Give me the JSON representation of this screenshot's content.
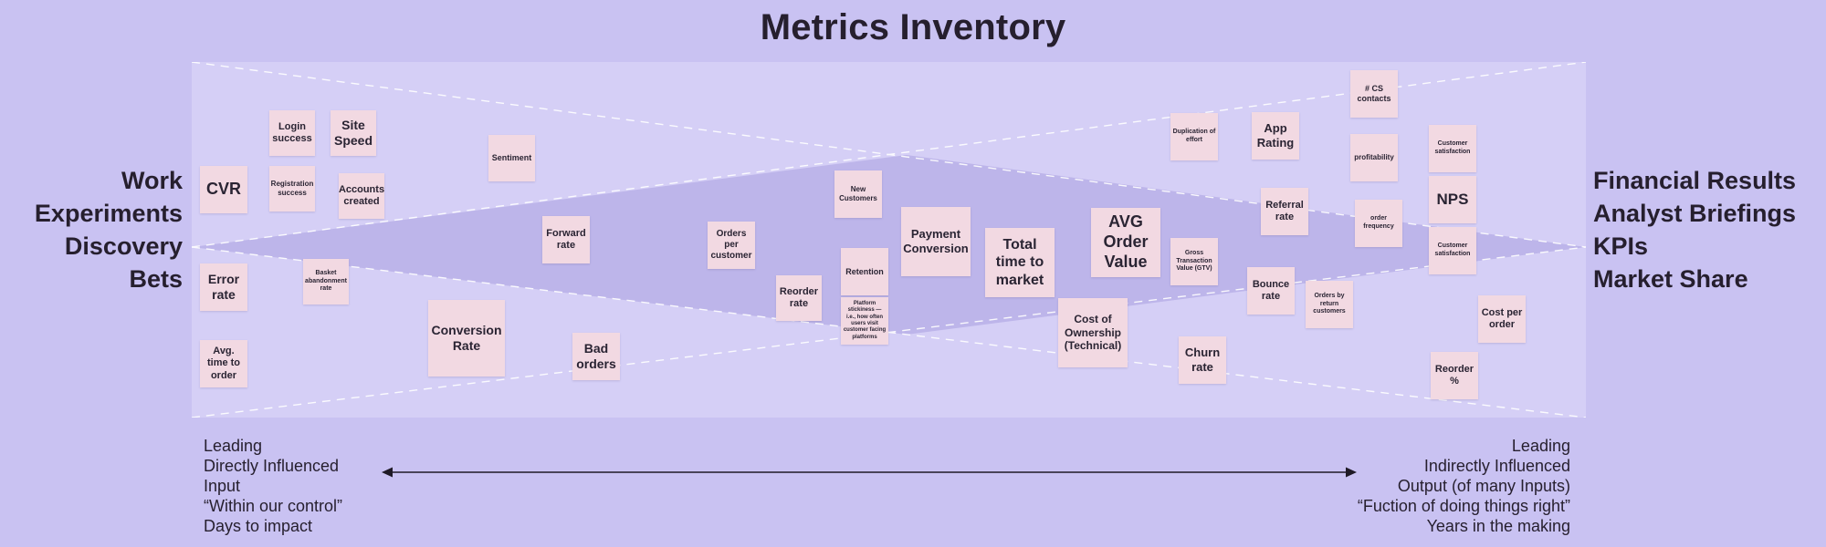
{
  "title": "Metrics Inventory",
  "left_labels": [
    "Work",
    "Experiments",
    "Discovery",
    "Bets"
  ],
  "right_labels": [
    "Financial Results",
    "Analyst Briefings",
    "KPIs",
    "Market Share"
  ],
  "bottom_left": [
    "Leading",
    "Directly Influenced",
    "Input",
    "“Within our control”",
    "Days to impact"
  ],
  "bottom_right": [
    "Leading",
    "Indirectly Influenced",
    "Output (of many Inputs)",
    "“Fuction of doing things right”",
    "Years in the making"
  ],
  "notes": {
    "cvr": "CVR",
    "login_success": "Login success",
    "site_speed": "Site Speed",
    "registration_success": "Registration success",
    "accounts_created": "Accounts created",
    "sentiment": "Sentiment",
    "error_rate": "Error rate",
    "basket_abandonment": "Basket abandonment rate",
    "avg_time_to_order": "Avg. time to order",
    "conversion_rate": "Conversion Rate",
    "forward_rate": "Forward rate",
    "bad_orders": "Bad orders",
    "orders_per_customer": "Orders per customer",
    "reorder_rate": "Reorder rate",
    "new_customers": "New Customers",
    "retention": "Retention",
    "platform_stickiness": "Platform stickiness — i.e., how often users visit customer facing platforms",
    "payment_conversion": "Payment Conversion",
    "total_time_to_market": "Total time to market",
    "avg_order_value": "AVG Order Value",
    "cost_of_ownership": "Cost of Ownership (Technical)",
    "gtv": "Gross Transaction Value (GTV)",
    "duplication_of_effort": "Duplication of effort",
    "churn_rate": "Churn rate",
    "app_rating": "App Rating",
    "referral_rate": "Referral rate",
    "bounce_rate": "Bounce rate",
    "orders_by_return": "Orders by return customers",
    "cs_contacts": "# CS contacts",
    "profitability": "profitability",
    "order_frequency": "order frequency",
    "customer_satisfaction_1": "Customer satisfaction",
    "nps": "NPS",
    "customer_satisfaction_2": "Customer satisfaction",
    "cost_per_order": "Cost per order",
    "reorder_pct": "Reorder %"
  },
  "colors": {
    "background": "#c9c2f2",
    "panel": "#d5cff6",
    "diamond": "#bdb5ea",
    "sticky_note": "#f2d9e2",
    "text": "#261f2e"
  }
}
